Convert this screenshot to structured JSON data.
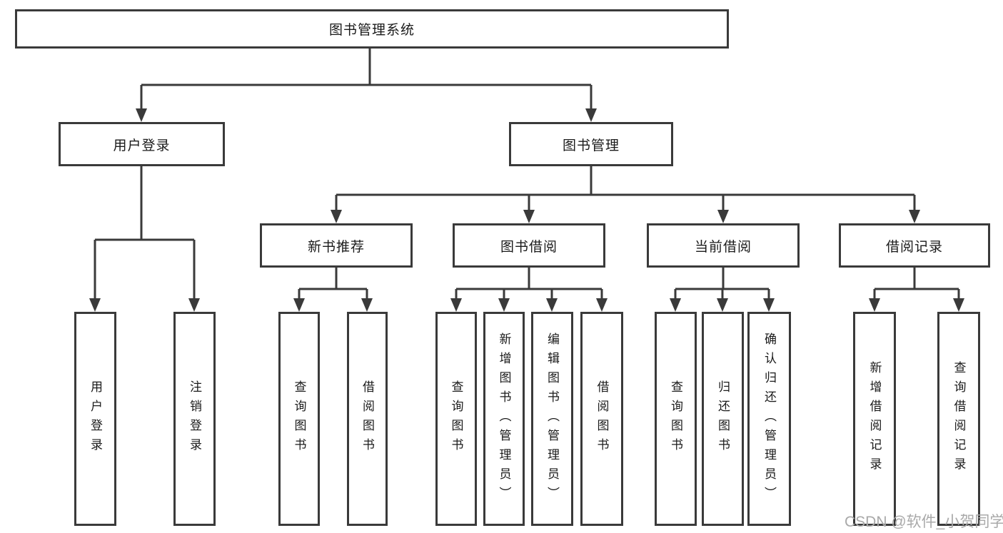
{
  "colors": {
    "line": "#3a3a3a",
    "text": "#1a1a1a",
    "watermark": "#a9a9a9",
    "background": "#ffffff"
  },
  "tree": {
    "root": {
      "label": "图书管理系统"
    },
    "level2": [
      {
        "label": "用户登录",
        "children": [
          {
            "label": "用户登录"
          },
          {
            "label": "注销登录"
          }
        ]
      },
      {
        "label": "图书管理",
        "children": [
          {
            "label": "新书推荐",
            "children": [
              {
                "label": "查询图书"
              },
              {
                "label": "借阅图书"
              }
            ]
          },
          {
            "label": "图书借阅",
            "children": [
              {
                "label": "查询图书"
              },
              {
                "label": "新增图书（管理员）"
              },
              {
                "label": "编辑图书（管理员）"
              },
              {
                "label": "借阅图书"
              }
            ]
          },
          {
            "label": "当前借阅",
            "children": [
              {
                "label": "查询图书"
              },
              {
                "label": "归还图书"
              },
              {
                "label": "确认归还（管理员）"
              }
            ]
          },
          {
            "label": "借阅记录",
            "children": [
              {
                "label": "新增借阅记录"
              },
              {
                "label": "查询借阅记录"
              }
            ]
          }
        ]
      }
    ]
  },
  "watermark": {
    "text": "CSDN @软件_小贺同学"
  }
}
